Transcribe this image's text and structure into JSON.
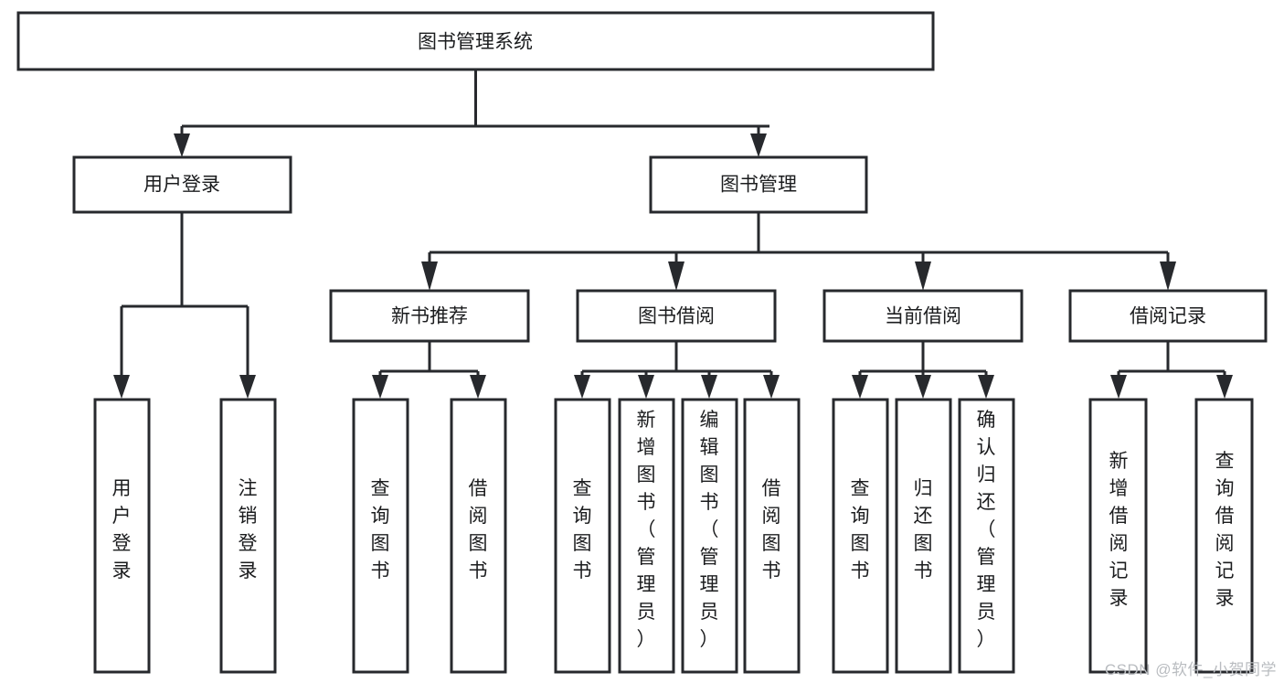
{
  "diagram": {
    "type": "hierarchy-tree",
    "title": "图书管理系统",
    "watermark": "CSDN @软件_小贺同学",
    "colors": {
      "stroke": "#27292d",
      "fill": "#ffffff",
      "text": "#1b1c1e",
      "watermark": "#b9bcc0",
      "background": "#ffffff"
    },
    "levels": {
      "root": {
        "label": "图书管理系统"
      },
      "level1": [
        {
          "id": "user-login",
          "label": "用户登录"
        },
        {
          "id": "book-manage",
          "label": "图书管理"
        }
      ],
      "level2": [
        {
          "id": "new-book-recommend",
          "label": "新书推荐",
          "parent": "book-manage"
        },
        {
          "id": "book-borrow",
          "label": "图书借阅",
          "parent": "book-manage"
        },
        {
          "id": "current-borrow",
          "label": "当前借阅",
          "parent": "book-manage"
        },
        {
          "id": "borrow-record",
          "label": "借阅记录",
          "parent": "book-manage"
        }
      ],
      "leaves": [
        {
          "id": "leaf-user-login",
          "label": "用户登录",
          "parent": "user-login"
        },
        {
          "id": "leaf-user-logout",
          "label": "注销登录",
          "parent": "user-login"
        },
        {
          "id": "leaf-query-book-1",
          "label": "查询图书",
          "parent": "new-book-recommend"
        },
        {
          "id": "leaf-borrow-book-1",
          "label": "借阅图书",
          "parent": "new-book-recommend"
        },
        {
          "id": "leaf-query-book-2",
          "label": "查询图书",
          "parent": "book-borrow"
        },
        {
          "id": "leaf-add-book",
          "label": "新增图书（管理员）",
          "parent": "book-borrow"
        },
        {
          "id": "leaf-edit-book",
          "label": "编辑图书（管理员）",
          "parent": "book-borrow"
        },
        {
          "id": "leaf-borrow-book-2",
          "label": "借阅图书",
          "parent": "book-borrow"
        },
        {
          "id": "leaf-query-book-3",
          "label": "查询图书",
          "parent": "current-borrow"
        },
        {
          "id": "leaf-return-book",
          "label": "归还图书",
          "parent": "current-borrow"
        },
        {
          "id": "leaf-confirm-return",
          "label": "确认归还（管理员）",
          "parent": "current-borrow"
        },
        {
          "id": "leaf-add-record",
          "label": "新增借阅记录",
          "parent": "borrow-record"
        },
        {
          "id": "leaf-query-record",
          "label": "查询借阅记录",
          "parent": "borrow-record"
        }
      ]
    }
  }
}
